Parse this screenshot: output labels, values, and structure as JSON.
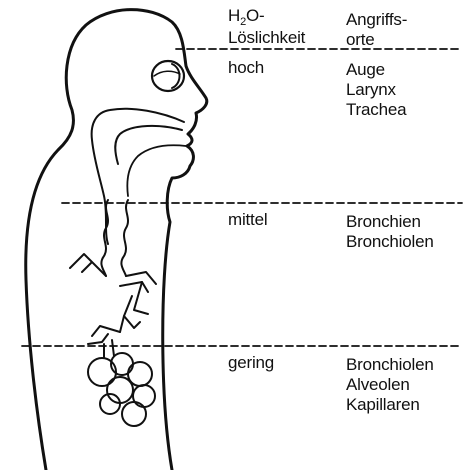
{
  "header": {
    "solubility_prefix": "H",
    "solubility_subscript": "2",
    "solubility_suffix": "O-",
    "solubility_line2": "Löslichkeit",
    "sites_line1": "Angriffs-",
    "sites_line2": "orte"
  },
  "zones": [
    {
      "solubility": "hoch",
      "sites": [
        "Auge",
        "Larynx",
        "Trachea"
      ]
    },
    {
      "solubility": "mittel",
      "sites": [
        "Bronchien",
        "Bronchiolen"
      ]
    },
    {
      "solubility": "gering",
      "sites": [
        "Bronchiolen",
        "Alveolen",
        "Kapillaren"
      ]
    }
  ]
}
